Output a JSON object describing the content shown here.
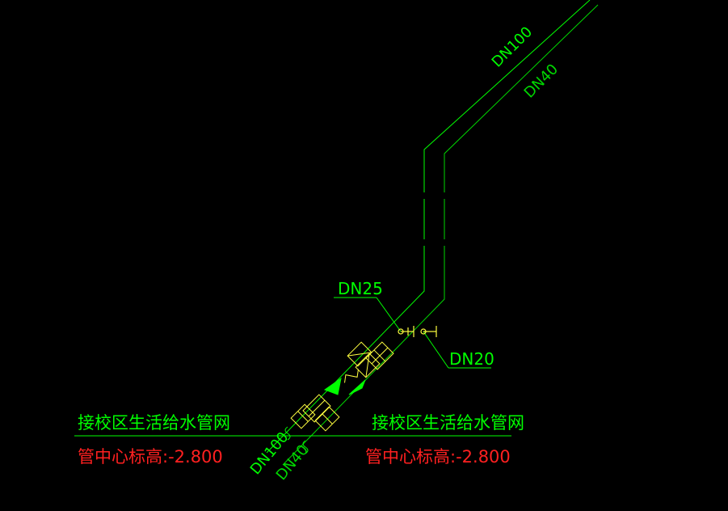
{
  "drawing": {
    "background": "#000000",
    "pipe_color": "#00FF00",
    "pipe_color_secondary": "#00D800",
    "note_color": "#FF2020",
    "label_color": "#00FF00",
    "marker_color": "#FFFF40",
    "fill_accent": "#00FF00"
  },
  "labels": {
    "dn100_top": "DN100",
    "dn40_top": "DN40",
    "dn25": "DN25",
    "dn20": "DN20",
    "dn100_bottom": "DN100",
    "dn40_bottom": "DN40"
  },
  "notes": {
    "left_title": "接校区生活给水管网",
    "left_elevation": "管中心标高:-2.800",
    "right_title": "接校区生活给水管网",
    "right_elevation": "管中心标高:-2.800"
  }
}
